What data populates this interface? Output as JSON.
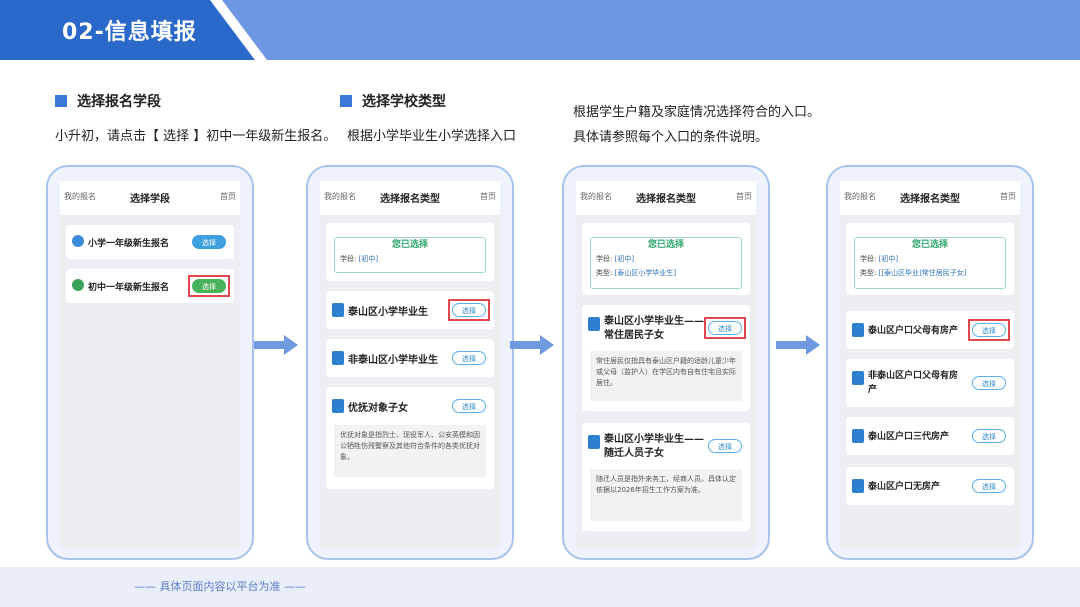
{
  "header": {
    "title": "02-信息填报"
  },
  "instructions": {
    "step1_heading": "选择报名学段",
    "step1_text": "小升初，请点击【 选择 】初中一年级新生报名。",
    "step2_heading": "选择学校类型",
    "step2_text": "根据小学毕业生小学选择入口",
    "step3_line1": "根据学生户籍及家庭情况选择符合的入口。",
    "step3_line2": "具体请参照每个入口的条件说明。"
  },
  "phone1": {
    "back": "我的报名",
    "title": "选择学段",
    "home": "首页",
    "options": [
      {
        "label": "小学一年级新生报名",
        "button": "选择"
      },
      {
        "label": "初中一年级新生报名",
        "button": "选择"
      }
    ]
  },
  "phone2": {
    "back": "我的报名",
    "title": "选择报名类型",
    "home": "首页",
    "chosen_title": "您已选择",
    "chosen_grade_label": "学段:",
    "chosen_grade_value": "[初中]",
    "options": [
      {
        "label": "泰山区小学毕业生",
        "button": "选择"
      },
      {
        "label": "非泰山区小学毕业生",
        "button": "选择"
      },
      {
        "label": "优抚对象子女",
        "button": "选择",
        "desc": "优抚对象是指烈士、现役军人、公安英模和因公牺牲伤残警察及其他符合条件的各类优抚对象。"
      }
    ]
  },
  "phone3": {
    "back": "我的报名",
    "title": "选择报名类型",
    "home": "首页",
    "chosen_title": "您已选择",
    "chosen_grade_label": "学段:",
    "chosen_grade_value": "[初中]",
    "chosen_type_label": "类型:",
    "chosen_type_value": "[泰山区小学毕业生]",
    "options": [
      {
        "label": "泰山区小学毕业生——常住居民子女",
        "button": "选择",
        "desc": "常住居民仅指具有泰山区户籍的适龄儿童少年或父母（监护人）在学区内有自有住宅且实际居住。"
      },
      {
        "label": "泰山区小学毕业生——随迁人员子女",
        "button": "选择",
        "desc": "随迁人员是指外来务工、经商人员。具体认定依据以2026年招生工作方案为准。"
      }
    ]
  },
  "phone4": {
    "back": "我的报名",
    "title": "选择报名类型",
    "home": "首页",
    "chosen_title": "您已选择",
    "chosen_grade_label": "学段:",
    "chosen_grade_value": "[初中]",
    "chosen_type_label": "类型:",
    "chosen_type_value": "[[泰山区毕业]常住居民子女]",
    "options": [
      {
        "label": "泰山区户口父母有房产",
        "button": "选择"
      },
      {
        "label": "非泰山区户口父母有房产",
        "button": "选择"
      },
      {
        "label": "泰山区户口三代房产",
        "button": "选择"
      },
      {
        "label": "泰山区户口无房产",
        "button": "选择"
      }
    ]
  },
  "footer": {
    "text": "—— 具体页面内容以平台为准 ——"
  },
  "colors": {
    "header_dark": "#2a68c9",
    "header_light": "#6f98e2",
    "accent": "#3b78d8",
    "highlight": "#e0474e"
  }
}
